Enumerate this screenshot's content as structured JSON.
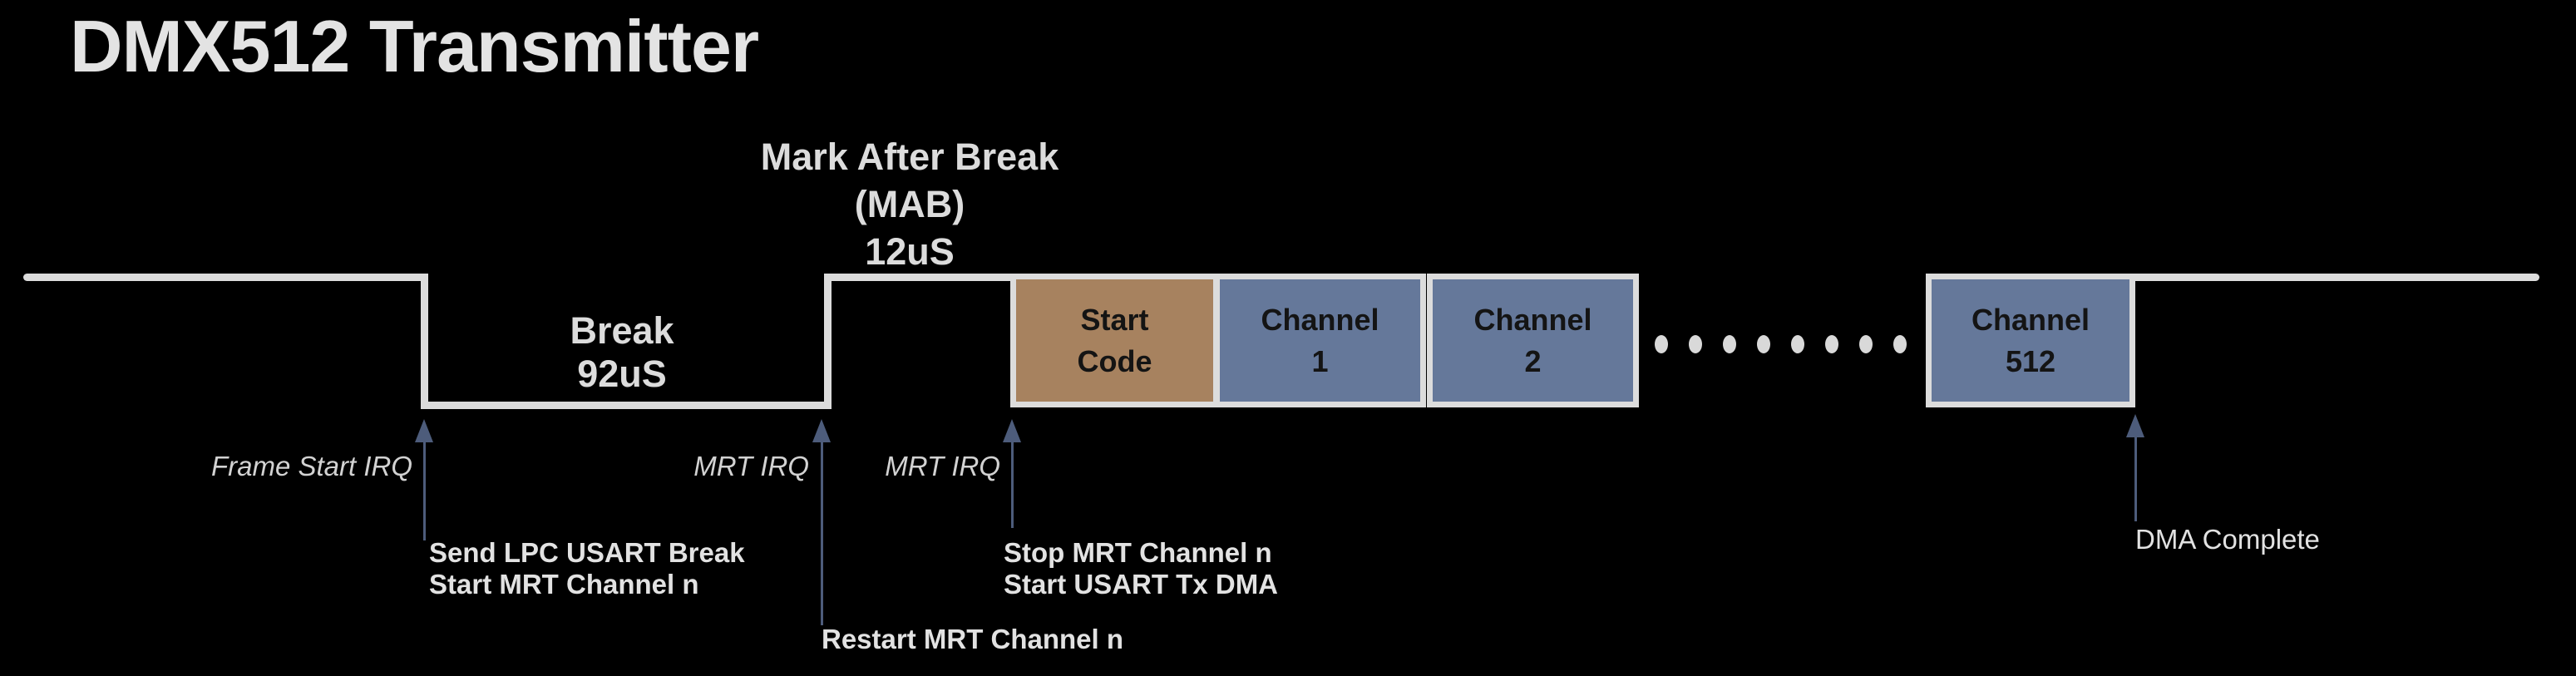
{
  "title": "DMX512 Transmitter",
  "waveform": {
    "mab_label": [
      "Mark After Break",
      "(MAB)",
      "12uS"
    ],
    "break_label": [
      "Break",
      "92uS"
    ],
    "slots": [
      {
        "line1": "Start",
        "line2": "Code"
      },
      {
        "line1": "Channel",
        "line2": "1"
      },
      {
        "line1": "Channel",
        "line2": "2"
      },
      {
        "line1": "Channel",
        "line2": "512"
      }
    ],
    "ellipsis_dot_count": 8
  },
  "annotations": {
    "frame_start_irq": "Frame Start IRQ",
    "mrt_irq_1": "MRT IRQ",
    "mrt_irq_2": "MRT IRQ",
    "send_lpc": [
      "Send LPC USART Break",
      "Start MRT Channel n"
    ],
    "restart_mrt": "Restart MRT Channel n",
    "stop_start": [
      "Stop MRT Channel n",
      "Start USART Tx DMA"
    ],
    "dma_complete": "DMA Complete"
  },
  "colors": {
    "background": "#000000",
    "waveform": "#dcdcdc",
    "start_code_fill": "#a7825f",
    "channel_fill": "#65789a",
    "arrow": "#4d5c7b",
    "title_text": "#e3e3e3",
    "annotation_text": "#e2e2e2",
    "italic_text": "#d2d2d2",
    "box_text": "#141414",
    "dot": "#d9d9d9"
  }
}
